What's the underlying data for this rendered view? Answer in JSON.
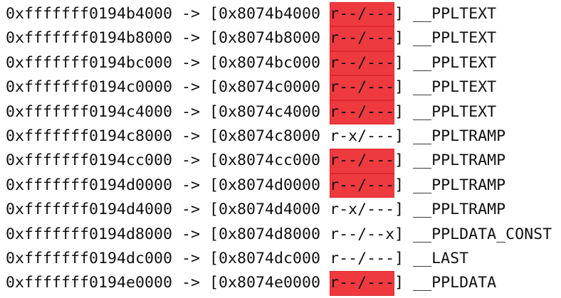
{
  "highlight_color": "#ee3a3f",
  "arrow": " -> [",
  "rows": [
    {
      "virt": "0xfffffff0194b4000",
      "phys": "0x8074b4000",
      "perm": "r--/---",
      "segment": "__PPLTEXT",
      "highlighted": true
    },
    {
      "virt": "0xfffffff0194b8000",
      "phys": "0x8074b8000",
      "perm": "r--/---",
      "segment": "__PPLTEXT",
      "highlighted": true
    },
    {
      "virt": "0xfffffff0194bc000",
      "phys": "0x8074bc000",
      "perm": "r--/---",
      "segment": "__PPLTEXT",
      "highlighted": true
    },
    {
      "virt": "0xfffffff0194c0000",
      "phys": "0x8074c0000",
      "perm": "r--/---",
      "segment": "__PPLTEXT",
      "highlighted": true
    },
    {
      "virt": "0xfffffff0194c4000",
      "phys": "0x8074c4000",
      "perm": "r--/---",
      "segment": "__PPLTEXT",
      "highlighted": true
    },
    {
      "virt": "0xfffffff0194c8000",
      "phys": "0x8074c8000",
      "perm": "r-x/---",
      "segment": "__PPLTRAMP",
      "highlighted": false
    },
    {
      "virt": "0xfffffff0194cc000",
      "phys": "0x8074cc000",
      "perm": "r--/---",
      "segment": "__PPLTRAMP",
      "highlighted": true
    },
    {
      "virt": "0xfffffff0194d0000",
      "phys": "0x8074d0000",
      "perm": "r--/---",
      "segment": "__PPLTRAMP",
      "highlighted": true
    },
    {
      "virt": "0xfffffff0194d4000",
      "phys": "0x8074d4000",
      "perm": "r-x/---",
      "segment": "__PPLTRAMP",
      "highlighted": false
    },
    {
      "virt": "0xfffffff0194d8000",
      "phys": "0x8074d8000",
      "perm": "r--/--x",
      "segment": "__PPLDATA_CONST",
      "highlighted": false
    },
    {
      "virt": "0xfffffff0194dc000",
      "phys": "0x8074dc000",
      "perm": "r--/---",
      "segment": "__LAST",
      "highlighted": false
    },
    {
      "virt": "0xfffffff0194e0000",
      "phys": "0x8074e0000",
      "perm": "r--/---",
      "segment": "__PPLDATA",
      "highlighted": true
    }
  ]
}
